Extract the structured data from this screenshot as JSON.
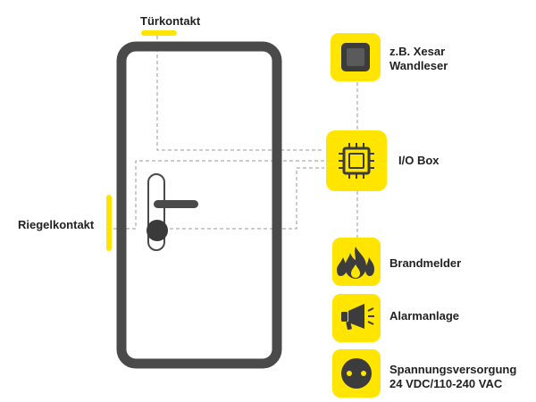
{
  "diagram": {
    "title": "",
    "colors": {
      "accent": "#FFE500",
      "door": "#4a4a4a",
      "icon": "#3c3c3c",
      "connector": "#9a9a9a"
    },
    "labels": {
      "tuerkontakt": "Türkontakt",
      "riegelkontakt": "Riegelkontakt",
      "xesar_line1": "z.B. Xesar",
      "xesar_line2": "Wandleser",
      "io_box": "I/O Box",
      "brandmelder": "Brandmelder",
      "alarmanlage": "Alarmanlage",
      "spannung_line1": "Spannungsversorgung",
      "spannung_line2": "24 VDC/110-240 VAC"
    },
    "components": [
      {
        "id": "wall-reader",
        "icon": "wall-reader-icon"
      },
      {
        "id": "io-box",
        "icon": "chip-icon"
      },
      {
        "id": "fire-detector",
        "icon": "fire-icon"
      },
      {
        "id": "alarm-system",
        "icon": "megaphone-icon"
      },
      {
        "id": "power-supply",
        "icon": "socket-icon"
      }
    ]
  }
}
